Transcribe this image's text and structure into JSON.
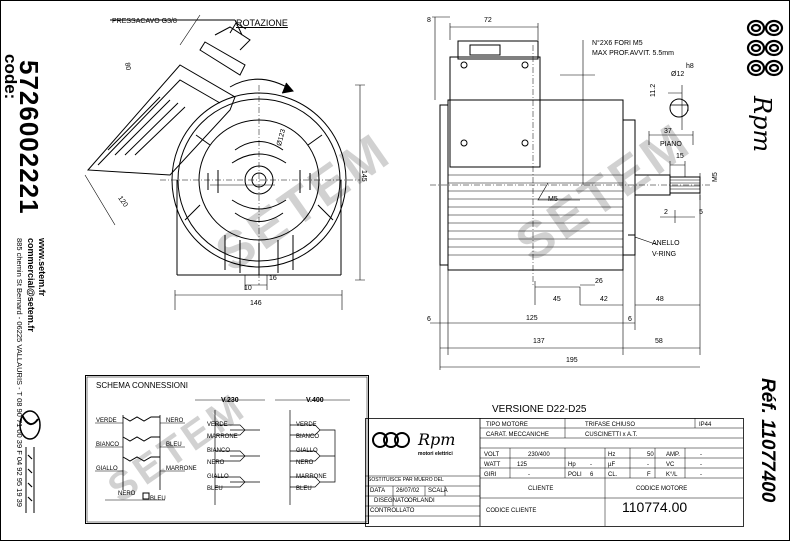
{
  "left_strip": {
    "code_label": "code:",
    "code_number": "5726002221",
    "website": "www.setem.fr",
    "email": "commercial@setem.fr",
    "address": "885 chemin St Bernard - 06225 VALLAURIS - T 08 90 71 00 39 F 04 92 95 19 39"
  },
  "right_strip": {
    "brand": "Rpm",
    "ref": "Réf. 11077400"
  },
  "side_view": {
    "pressacavo": "PRESSACAVO G3/8",
    "rotazione": "ROTAZIONE",
    "dim_80": "80",
    "dim_123": "Ø123",
    "dim_120": "120",
    "dim_145": "145",
    "dim_10": "10",
    "dim_16": "16",
    "dim_146": "146"
  },
  "front_view": {
    "dim_8": "8",
    "dim_72": "72",
    "fori_line1": "N°2X6 FORI M5",
    "fori_line2": "MAX PROF.AVVIT. 5.5mm",
    "dim_h8": "h8",
    "dim_12": "Ø12",
    "dim_11_2": "11.2",
    "dim_37": "37",
    "piano": "PIANO",
    "dim_15": "15",
    "dim_m5_shaft": "M5",
    "dim_m5": "M5",
    "dim_2": "2",
    "dim_5": "5",
    "anello": "ANELLO",
    "vring": "V-RING",
    "dim_26": "26",
    "dim_45": "45",
    "dim_42": "42",
    "dim_48": "48",
    "dim_6a": "6",
    "dim_125": "125",
    "dim_6b": "6",
    "dim_137": "137",
    "dim_58": "58",
    "dim_195": "195"
  },
  "schema": {
    "title": "SCHEMA CONNESSIONI",
    "left_labels": [
      "VERDE",
      "BIANCO",
      "GIALLO"
    ],
    "right_labels": [
      "NERO",
      "BLEU",
      "MARRONE"
    ],
    "bottom_nero": "NERO",
    "bottom_bleu": "BLEU",
    "v230": "V.230",
    "v230_labels": [
      "VERDE",
      "MARRONE",
      "BIANCO",
      "NERO",
      "GIALLO",
      "BLEU"
    ],
    "v400": "V.400",
    "v400_labels": [
      "VERDE",
      "BIANCO",
      "GIALLO",
      "NERO",
      "MARRONE",
      "BLEU"
    ]
  },
  "title_block": {
    "version": "VERSIONE D22-D25",
    "logo_text": "Rpm",
    "logo_sub": "motori elettrici",
    "sostituisce": "SOSTITUISCE PAR MUERO DEL",
    "data_label": "DATA",
    "data_value": "26/07/02",
    "scala_label": "SCALA",
    "disegnato_label": "DISEGNATO",
    "disegnato_value": "ORLANDI",
    "controllato_label": "CONTROLLATO",
    "tipo_motore_label": "TIPO MOTORE",
    "tipo_motore_value": "TRIFASE CHIUSO",
    "ip": "IP44",
    "carat_label": "CARAT. MECCANICHE",
    "carat_value": "CUSCINETTI x A.T.",
    "volt_label": "VOLT",
    "volt_value": "230/400",
    "hz_label": "Hz",
    "hz_value": "50",
    "amp_label": "AMP.",
    "amp_value": "-",
    "watt_label": "WATT",
    "watt_value": "125",
    "hp_label": "Hp",
    "hp_value": "-",
    "uf_label": "µF",
    "uf_value": "-",
    "vc_label": "VC",
    "vc_value": "-",
    "giri_label": "GIRI",
    "giri_value": "-",
    "poli_label": "POLI",
    "poli_value": "6",
    "cl_label": "CL.",
    "cl_value": "F",
    "kg_label": "K°/L",
    "kg_value": "-",
    "cliente_label": "CLIENTE",
    "codice_motore_label": "CODICE MOTORE",
    "codice_cliente_label": "CODICE CLIENTE",
    "codice_motore_value": "110774.00"
  },
  "watermark": "SETEM"
}
